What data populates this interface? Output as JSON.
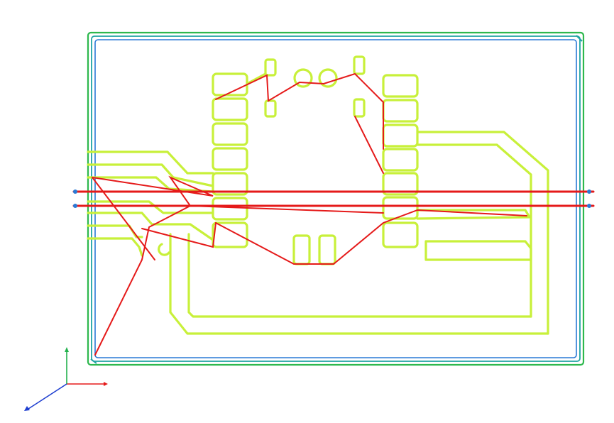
{
  "viewer": {
    "title": "",
    "colors": {
      "background": "#ffffff",
      "outline_green": "#2db84d",
      "outline_teal": "#1fa3a3",
      "outline_blue": "#2a7ad6",
      "trace_yellow": "#c8f03a",
      "trace_edge": "#9ccc1e",
      "rapid_move_red": "#e51a1a",
      "axis_x": "#e51a1a",
      "axis_y": "#22b14c",
      "axis_z": "#1f3fd0"
    },
    "layers": [
      {
        "name": "board-outline",
        "color": "outline_green"
      },
      {
        "name": "toolpath-traces",
        "color": "trace_yellow"
      },
      {
        "name": "rapid-moves",
        "color": "rapid_move_red"
      }
    ],
    "axis_gizmo": {
      "axes": [
        {
          "name": "x-axis",
          "color": "axis_x"
        },
        {
          "name": "y-axis",
          "color": "axis_y"
        },
        {
          "name": "z-axis",
          "color": "axis_z"
        }
      ]
    },
    "pads": {
      "left_column_count": 7,
      "right_column_count": 7,
      "top_round_count": 2,
      "bottom_slot_count": 2
    }
  }
}
